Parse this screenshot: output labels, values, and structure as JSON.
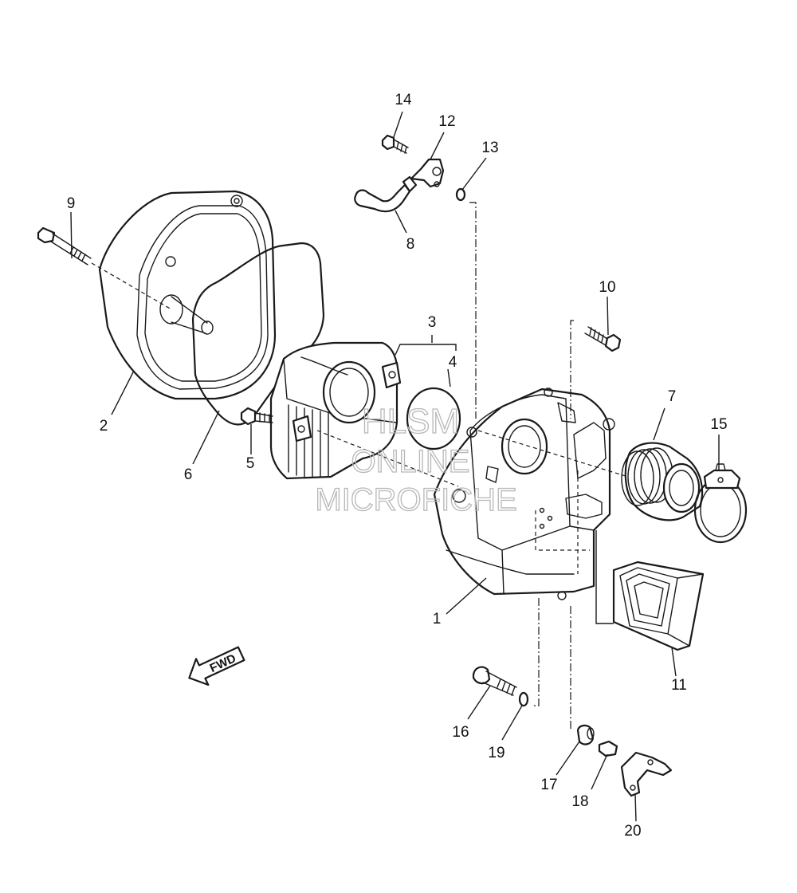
{
  "callouts": [
    {
      "id": "1",
      "label": "1"
    },
    {
      "id": "2",
      "label": "2"
    },
    {
      "id": "3",
      "label": "3"
    },
    {
      "id": "4",
      "label": "4"
    },
    {
      "id": "5",
      "label": "5"
    },
    {
      "id": "6",
      "label": "6"
    },
    {
      "id": "7",
      "label": "7"
    },
    {
      "id": "8",
      "label": "8"
    },
    {
      "id": "9",
      "label": "9"
    },
    {
      "id": "10",
      "label": "10"
    },
    {
      "id": "11",
      "label": "11"
    },
    {
      "id": "12",
      "label": "12"
    },
    {
      "id": "13",
      "label": "13"
    },
    {
      "id": "14",
      "label": "14"
    },
    {
      "id": "15",
      "label": "15"
    },
    {
      "id": "16",
      "label": "16"
    },
    {
      "id": "17",
      "label": "17"
    },
    {
      "id": "18",
      "label": "18"
    },
    {
      "id": "19",
      "label": "19"
    },
    {
      "id": "20",
      "label": "20"
    }
  ],
  "fwd_arrow": {
    "label": "FWD"
  },
  "watermark": {
    "line1": "HLSM",
    "line2": "ONLINE",
    "line3": "MICROFICHE"
  }
}
